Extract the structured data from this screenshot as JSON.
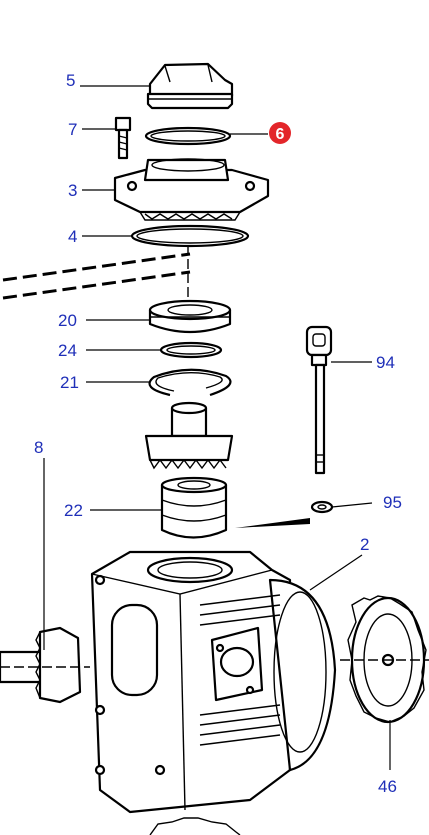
{
  "labels": {
    "p5": "5",
    "p7": "7",
    "p6": "6",
    "p3": "3",
    "p4": "4",
    "p20": "20",
    "p24": "24",
    "p21": "21",
    "p94": "94",
    "p8": "8",
    "p22": "22",
    "p95": "95",
    "p2": "2",
    "p46": "46"
  },
  "highlight_color": "#e3262a",
  "label_color": "#1f2fb8"
}
